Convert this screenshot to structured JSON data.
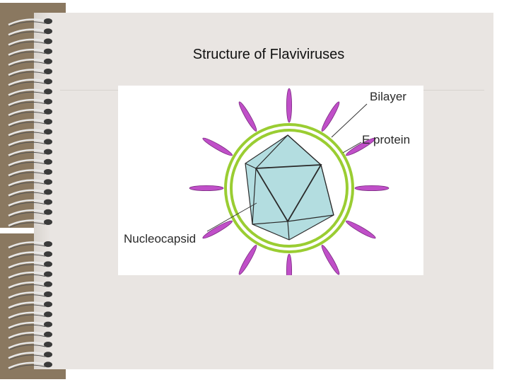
{
  "slide": {
    "title": "Structure of Flaviviruses"
  },
  "diagram": {
    "labels": {
      "bilayer": "Bilayer",
      "e_protein": "E protein",
      "nucleocapsid": "Nucleocapsid"
    },
    "colors": {
      "capsid_fill": "#b3dde0",
      "capsid_stroke": "#2a2a2a",
      "bilayer": "#9acd32",
      "spike_fill": "#c04fc8",
      "spike_stroke": "#7a2a80",
      "page_background": "#e9e5e2",
      "binder_spine": "#8a7860"
    }
  }
}
